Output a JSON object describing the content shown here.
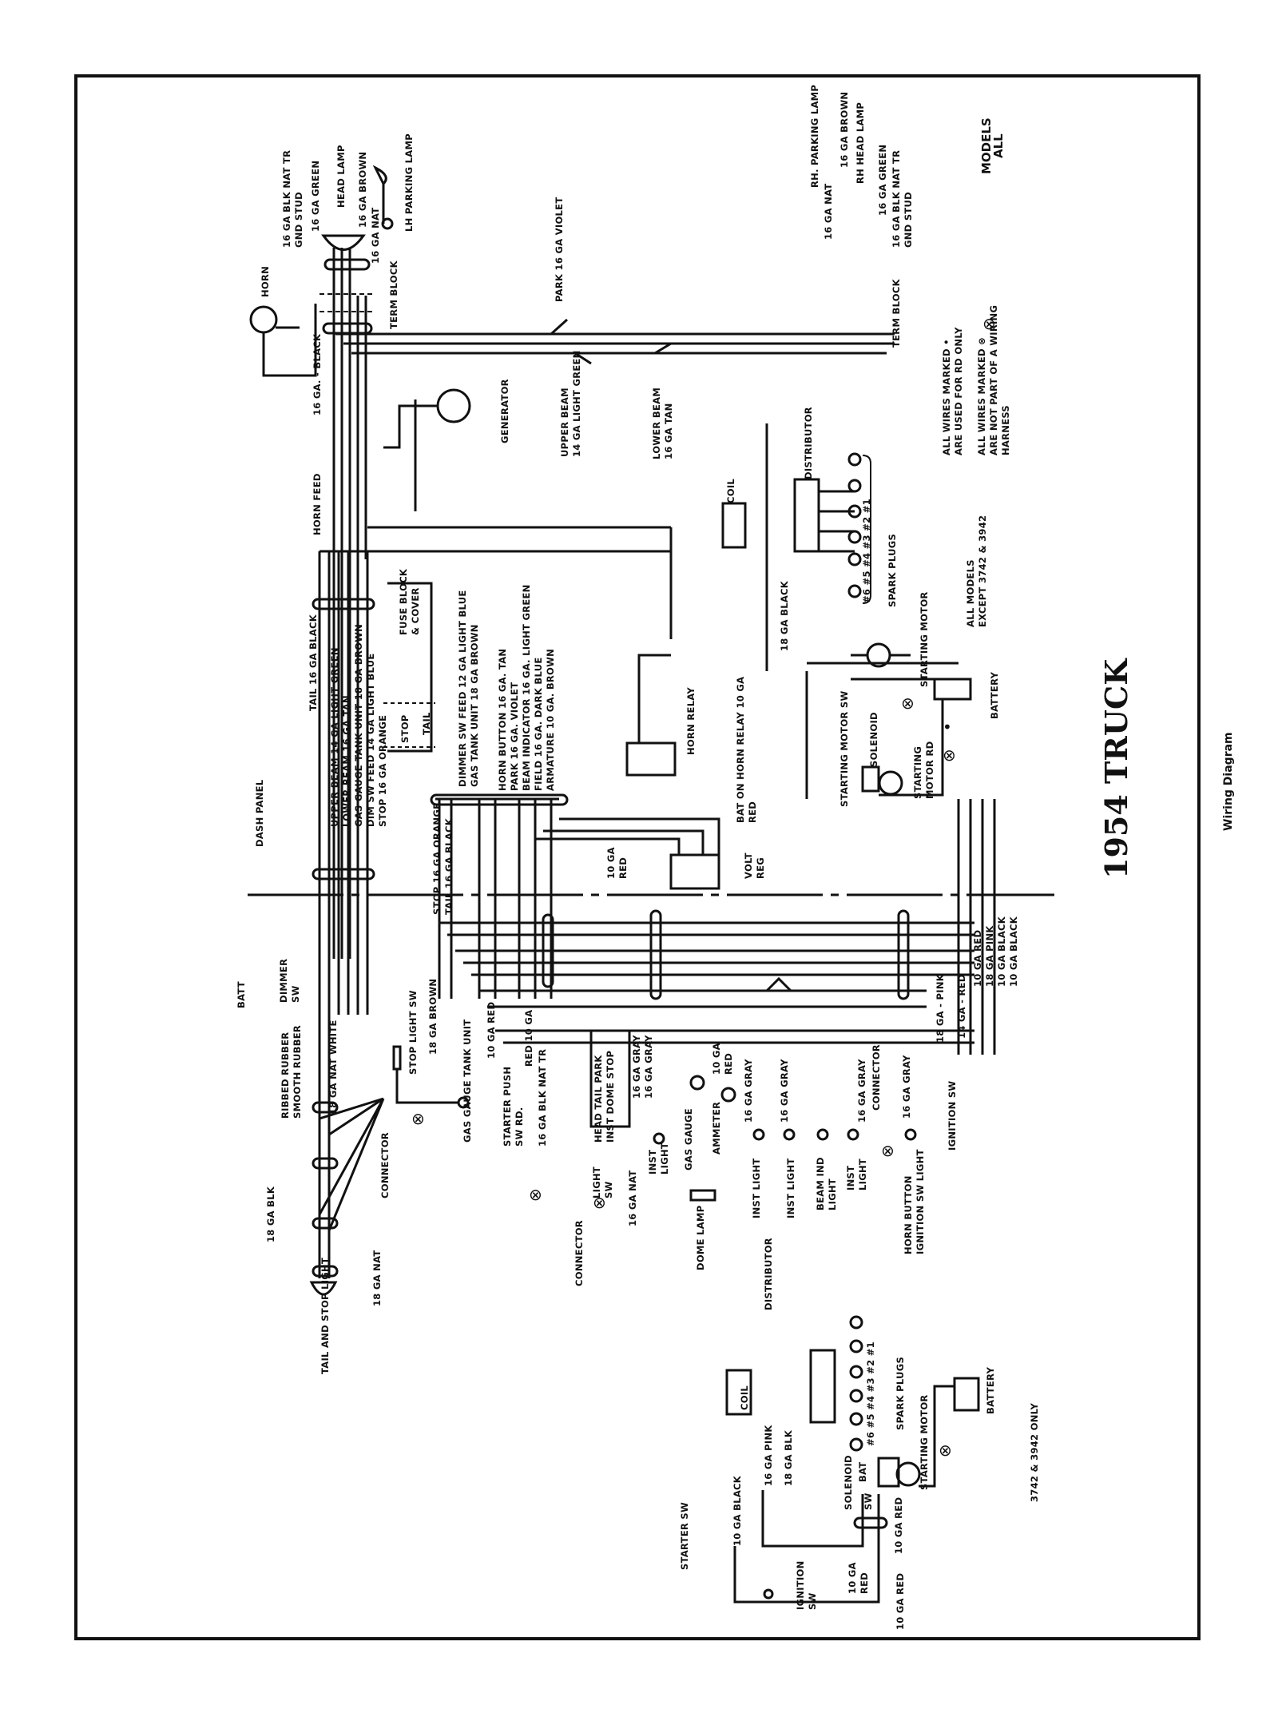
{
  "title": "1954 TRUCK",
  "subtitle": "Wiring Diagram",
  "models": "MODELS\nALL",
  "notes": {
    "rd_only": "ALL WIRES MARKED •\nARE USED FOR RD ONLY",
    "not_harness": "ALL WIRES MARKED ⊗\nARE NOT PART OF A WIRING\nHARNESS"
  },
  "sections": {
    "all_except": "ALL MODELS\nEXCEPT 3742 & 3942",
    "only": "3742 & 3942 ONLY"
  },
  "labels": {
    "horn": "HORN",
    "lh_gnd": "16 GA BLK NAT TR\nGND STUD",
    "lh_green": "16 GA GREEN",
    "lh_head_lamp": "HEAD LAMP",
    "lh_brown": "16 GA BROWN",
    "lh_nat": "16 GA NAT",
    "lh_parking": "LH PARKING LAMP",
    "lh_term_block": "TERM BLOCK",
    "horn_black": "16 GA. - BLACK",
    "horn_feed": "HORN FEED",
    "generator": "GENERATOR",
    "park_violet": "PARK 16 GA VIOLET",
    "upper_beam": "UPPER BEAM\n14 GA LIGHT GREEN",
    "lower_beam": "LOWER BEAM\n16 GA TAN",
    "rh_parking": "RH. PARKING LAMP",
    "rh_nat": "16 GA NAT",
    "rh_brown": "16 GA BROWN",
    "rh_head_lamp": "RH HEAD LAMP",
    "rh_green": "16 GA GREEN",
    "rh_gnd": "16 GA BLK NAT TR\nGND STUD",
    "rh_term_block": "TERM BLOCK",
    "tail_black": "TAIL 16 GA BLACK",
    "dash_bundle": "UPPER BEAM 14 GA LIGHT GREEN\nLOWER BEAM 16 GA TAN\nGAS GAUGE TANK UNIT 18 GA BROWN\nDIM SW FEED 14 GA LIGHT BLUE\nSTOP 16 GA ORANGE",
    "fuse_block": "FUSE BLOCK\n& COVER",
    "stop": "STOP",
    "tail": "TAIL",
    "dimmer_feed": "DIMMER SW FEED 12 GA LIGHT BLUE\nGAS TANK UNIT 18 GA BROWN",
    "horn_bundle": "HORN BUTTON 16 GA. TAN\nPARK 16 GA. VIOLET\nBEAM INDICATOR 16 GA. LIGHT GREEN\nFIELD 16 GA. DARK BLUE\nARMATURE 10 GA. BROWN",
    "stop_orange": "STOP 16 GA ORANGE\nTAIL 16 GA BLACK",
    "horn_relay": "HORN RELAY",
    "bat_on_horn_relay": "BAT ON HORN RELAY 10 GA\nRED",
    "volt_reg_red": "10 GA\nRED",
    "volt_reg": "VOLT\nREG",
    "coil": "COIL",
    "distributor": "DISTRIBUTOR",
    "spark_plugs": "SPARK PLUGS",
    "plug_numbers": "#6   #5  #4   #3  #2  #1",
    "black_18": "18 GA BLACK",
    "starting_motor": "STARTING MOTOR",
    "starting_motor_sw": "STARTING MOTOR SW",
    "solenoid": "SOLENOID",
    "starting_motor_rd": "STARTING\nMOTOR RD",
    "battery": "BATTERY",
    "dash_panel": "DASH PANEL",
    "batt": "BATT",
    "dimmer_sw": "DIMMER\nSW",
    "nat_white": "18 GA NAT WHITE",
    "ribbed_rubber": "RIBBED RUBBER\nSMOOTH RUBBER",
    "connector_left": "CONNECTOR",
    "blk_18": "18 GA BLK",
    "nat_18": "18 GA NAT",
    "tail_stop_light": "TAIL AND STOP LIGHT",
    "stop_light_sw": "STOP LIGHT SW",
    "brown_18": "18 GA BROWN",
    "gas_gauge_tank": "GAS GAUGE TANK UNIT",
    "red_10": "10 GA RED",
    "red_10_b": "RED 10 GA",
    "starter_push": "STARTER PUSH\nSW RD.",
    "blk_nat_tr": "16 GA BLK NAT TR",
    "light_sw_box": "HEAD TAIL PARK\nINST DOME STOP",
    "light_sw": "LIGHT\nSW",
    "nat_16": "16 GA NAT",
    "connector_mid": "CONNECTOR",
    "gray_pair": "16 GA GRAY\n16 GA GRAY",
    "inst_light_1": "INST\nLIGHT",
    "gas_gauge": "GAS GAUGE",
    "ammeter_red": "10 GA\nRED",
    "ammeter": "AMMETER",
    "gray_1": "16 GA GRAY",
    "inst_light_2": "INST LIGHT",
    "gray_2": "16 GA GRAY",
    "inst_light_3": "INST LIGHT",
    "beam_ind": "BEAM IND\nLIGHT",
    "gray_3": "16 GA GRAY",
    "inst_light_4": "INST\nLIGHT",
    "connector_right": "CONNECTOR",
    "gray_4": "16 GA GRAY",
    "horn_button": "HORN BUTTON\nIGNITION SW LIGHT",
    "ignition_sw": "IGNITION SW",
    "dome_lamp": "DOME LAMP",
    "pink_18": "18 GA - PINK",
    "red_14": "14 GA - RED",
    "right_bundle": "10 GA RED\n18 GA PINK\n10 GA BLACK\n10 GA BLACK",
    "b_distributor": "DISTRIBUTOR",
    "b_coil": "COIL",
    "b_pink": "16 GA PINK",
    "b_blk": "18 GA BLK",
    "b_spark_plugs": "SPARK PLUGS",
    "b_plug_numbers": "#6  #5  #4  #3  #2  #1",
    "b_starting_motor": "STARTING MOTOR",
    "b_battery": "BATTERY",
    "b_starter_sw": "STARTER SW",
    "b_black": "10 GA BLACK",
    "b_solenoid": "SOLENOID",
    "b_bat": "BAT",
    "b_sw": "SW",
    "b_ignition": "IGNITION\nSW",
    "b_red_a": "10 GA\nRED",
    "b_red_b": "10 GA RED",
    "b_red_c": "10 GA RED"
  },
  "legend_symbols": {
    "not_harness": "⊗",
    "rd_only": "•"
  }
}
